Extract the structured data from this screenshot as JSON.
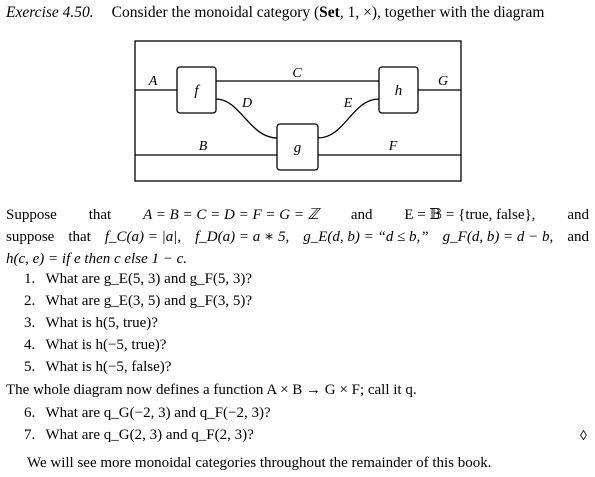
{
  "header": {
    "exercise_label": "Exercise 4.50.",
    "text_before": "Consider the monoidal category (",
    "category_name": "Set",
    "text_mid": ", 1, ×), together with the diagram"
  },
  "diagram": {
    "boxes": {
      "f": "f",
      "g": "g",
      "h": "h"
    },
    "wires": {
      "A": "A",
      "B": "B",
      "C": "C",
      "D": "D",
      "E": "E",
      "F": "F",
      "G": "G"
    }
  },
  "paragraph": {
    "line1": [
      "Suppose",
      "that",
      "A = B = C = D = F = G = ℤ",
      "and",
      "E = 𝔹 = {true, false},",
      "and"
    ],
    "line2": [
      "suppose",
      "that",
      "f_C(a) = |a|,",
      "f_D(a) = a ∗ 5,",
      "g_E(d, b) = “d ≤ b,”",
      "g_F(d, b) = d − b,",
      "and"
    ],
    "line3": "h(c, e) = if e then c else 1 − c."
  },
  "questions_part1": [
    {
      "num": "1.",
      "text": "What are g_E(5, 3) and g_F(5, 3)?"
    },
    {
      "num": "2.",
      "text": "What are g_E(3, 5) and g_F(3, 5)?"
    },
    {
      "num": "3.",
      "text": "What is h(5, true)?"
    },
    {
      "num": "4.",
      "text": "What is h(−5, true)?"
    },
    {
      "num": "5.",
      "text": "What is h(−5, false)?"
    }
  ],
  "middle_sentence": "The whole diagram now defines a function A × B → G × F; call it q.",
  "questions_part2": [
    {
      "num": "6.",
      "text": "What are q_G(−2, 3) and q_F(−2, 3)?"
    },
    {
      "num": "7.",
      "text": "What are q_G(2, 3) and q_F(2, 3)?"
    }
  ],
  "end_mark": "◊",
  "closing_sentence": "We will see more monoidal categories throughout the remainder of this book."
}
